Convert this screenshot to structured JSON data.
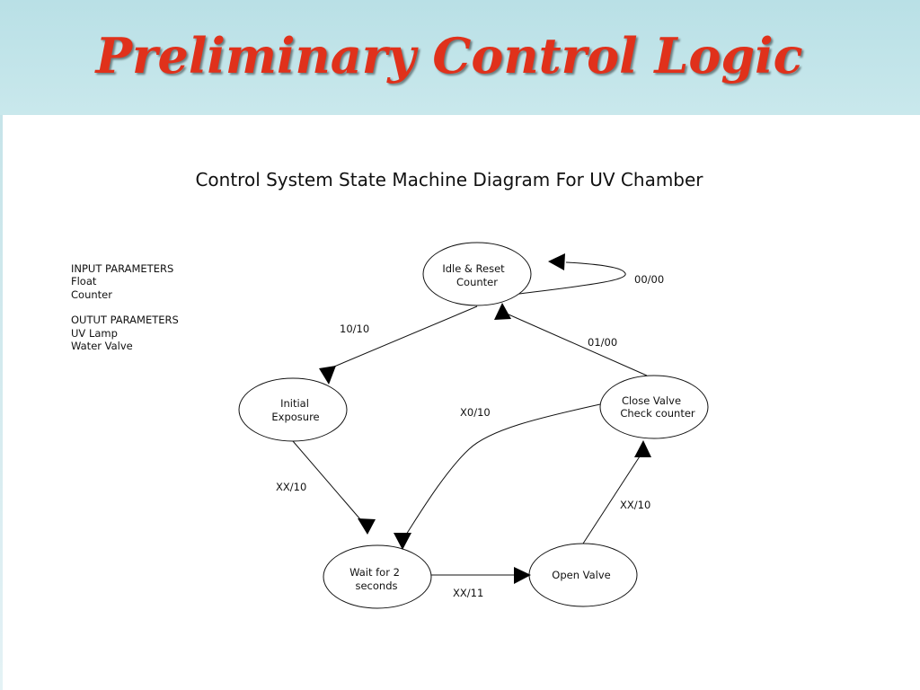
{
  "slide": {
    "title": "Preliminary Control Logic"
  },
  "diagram": {
    "title": "Control System State Machine Diagram For UV Chamber",
    "input_parameters": {
      "heading": "INPUT PARAMETERS",
      "items": [
        "Float",
        "Counter"
      ]
    },
    "output_parameters": {
      "heading": "OUTUT PARAMETERS",
      "items": [
        "UV Lamp",
        "Water Valve"
      ]
    },
    "states": {
      "idle_reset": [
        "Idle & Reset",
        "Counter"
      ],
      "initial_exposure": [
        "Initial",
        "Exposure"
      ],
      "wait": [
        "Wait for 2",
        "seconds"
      ],
      "open_valve": [
        "Open Valve"
      ],
      "close_valve": [
        "Close Valve",
        "Check counter"
      ]
    },
    "transitions": {
      "idle_self_loop": "00/00",
      "idle_to_initial": "10/10",
      "close_to_idle": "01/00",
      "close_to_wait": "X0/10",
      "initial_to_wait": "XX/10",
      "open_to_close": "XX/10",
      "wait_to_open": "XX/11"
    }
  }
}
